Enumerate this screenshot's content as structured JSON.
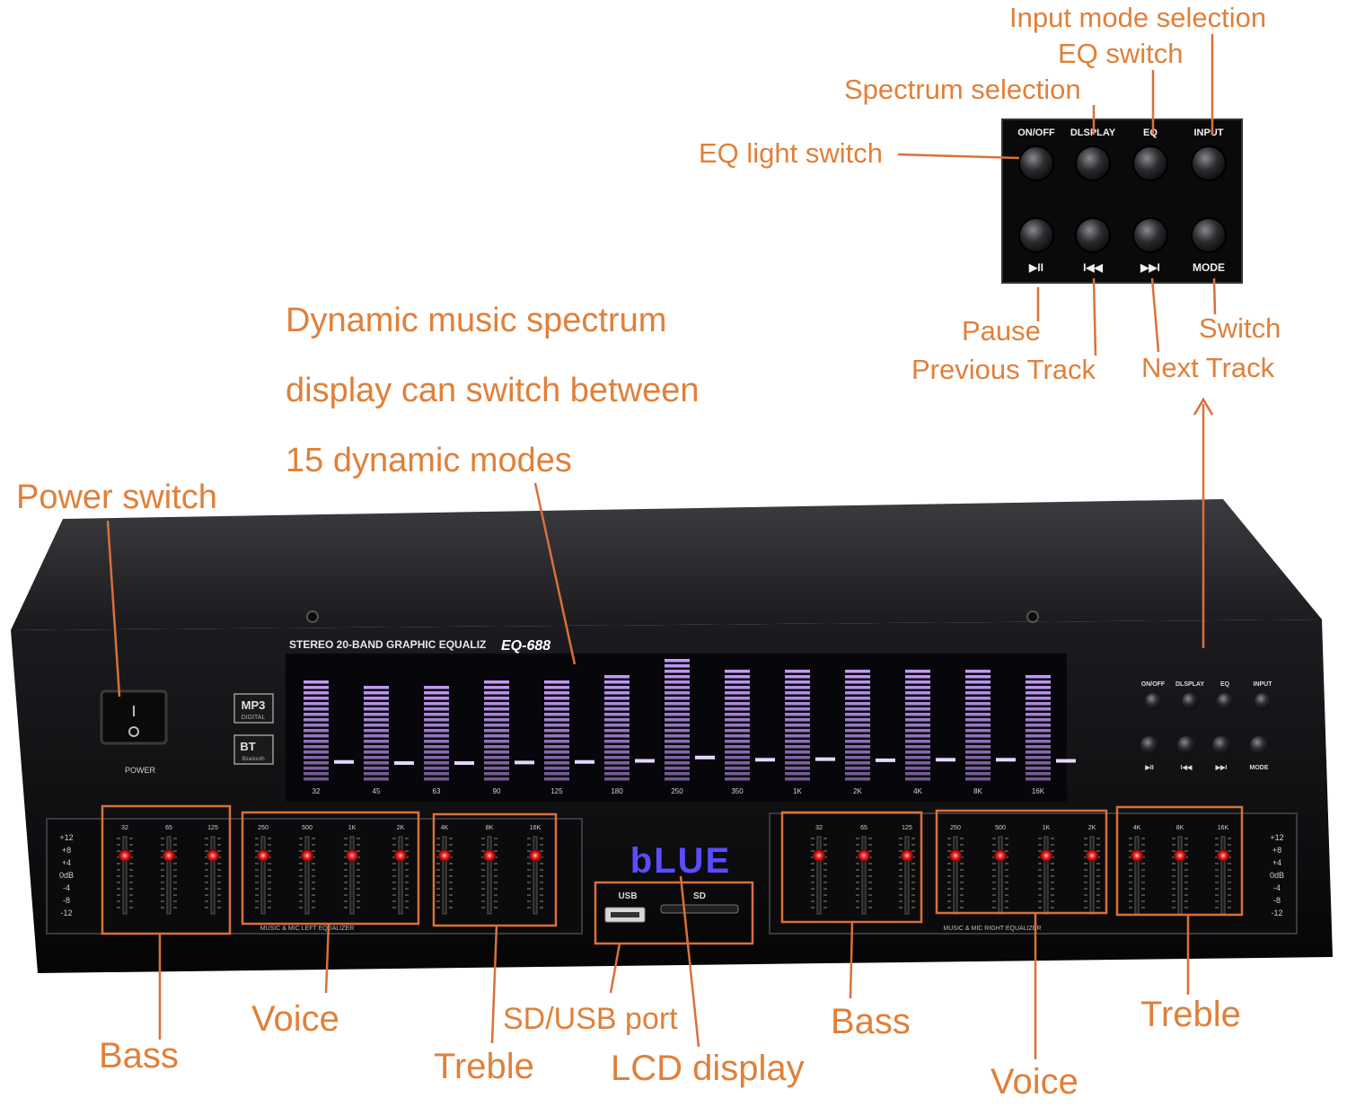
{
  "callouts": {
    "input_mode_selection": "Input mode selection",
    "eq_switch": "EQ switch",
    "spectrum_selection": "Spectrum selection",
    "eq_light_switch": "EQ light switch",
    "pause": "Pause",
    "previous_track": "Previous Track",
    "switch": "Switch",
    "next_track": "Next Track",
    "spectrum_line1": "Dynamic music spectrum",
    "spectrum_line2": "display can switch between",
    "spectrum_line3": "15 dynamic modes",
    "power_switch": "Power switch",
    "bass_left": "Bass",
    "voice_left": "Voice",
    "treble_left": "Treble",
    "sd_usb_port": "SD/USB port",
    "lcd_display": "LCD display",
    "bass_right": "Bass",
    "voice_right": "Voice",
    "treble_right": "Treble"
  },
  "zoom_panel": {
    "top_labels": [
      "ON/OFF",
      "DLSPLAY",
      "EQ",
      "INPUT"
    ],
    "bottom_labels": [
      "▶II",
      "I◀◀",
      "▶▶I",
      "MODE"
    ]
  },
  "device": {
    "model_text": "STEREO 20-BAND GRAPHIC EQUALIZ",
    "model_number": "EQ-688",
    "power_label": "POWER",
    "badge_mp3": "MP3",
    "badge_mp3_sub": "DIGITAL",
    "badge_bt": "BT",
    "badge_bt_sub": "Bluetooth",
    "lcd_text": "bLUE",
    "usb_label": "USB",
    "sd_label": "SD",
    "left_eq_caption": "MUSIC & MIC LEFT EQUALIZER",
    "right_eq_caption": "MUSIC & MIC RIGHT EQUALIZER",
    "db_scale": [
      "+12",
      "+8",
      "+4",
      "0dB",
      "-4",
      "-8",
      "-12"
    ],
    "panel_top_labels": [
      "ON/OFF",
      "DLSPLAY",
      "EQ",
      "INPUT"
    ],
    "panel_bottom_labels": [
      "▶II",
      "I◀◀",
      "▶▶I",
      "MODE"
    ]
  },
  "spectrum": {
    "freq_labels": [
      "32",
      "45",
      "63",
      "90",
      "125",
      "180",
      "250",
      "350",
      "1K",
      "2K",
      "4K",
      "8K",
      "16K"
    ],
    "levels": [
      0.82,
      0.78,
      0.78,
      0.8,
      0.82,
      0.86,
      0.98,
      0.9,
      0.92,
      0.88,
      0.9,
      0.9,
      0.86
    ]
  },
  "sliders": {
    "left": {
      "bass": [
        "32",
        "65",
        "125"
      ],
      "voice": [
        "250",
        "500",
        "1K",
        "2K"
      ],
      "treble": [
        "4K",
        "8K",
        "16K"
      ]
    },
    "right": {
      "bass": [
        "32",
        "65",
        "125"
      ],
      "voice": [
        "250",
        "500",
        "1K",
        "2K"
      ],
      "treble": [
        "4K",
        "8K",
        "16K"
      ]
    }
  },
  "colors": {
    "callout": "#e0803a",
    "spectrum": "#c89cff",
    "lcd": "#5a4cff",
    "slider_knob": "#ff2a2a",
    "device_body": "#101012"
  }
}
